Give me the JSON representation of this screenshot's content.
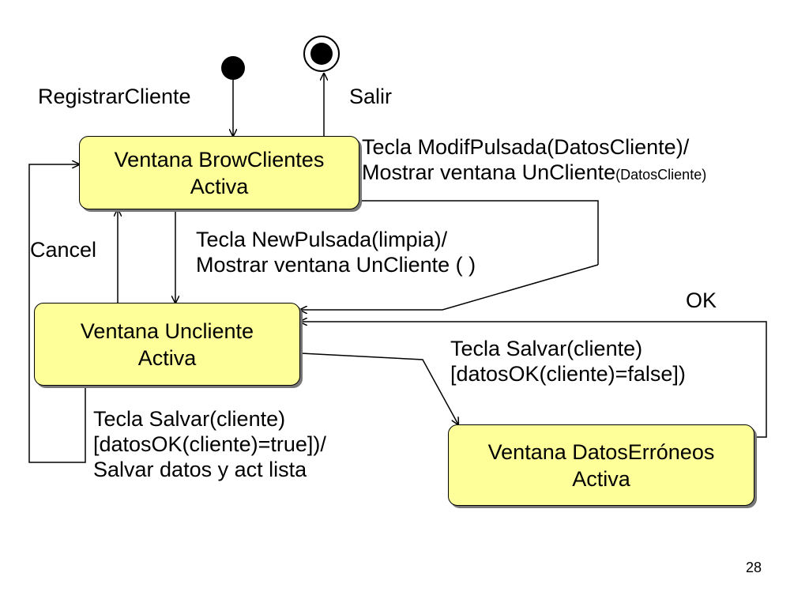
{
  "states": {
    "brow": {
      "line1": "Ventana BrowClientes",
      "line2": "Activa"
    },
    "uncliente": {
      "line1": "Ventana Uncliente",
      "line2": "Activa"
    },
    "erroneos": {
      "line1": "Ventana DatosErróneos",
      "line2": "Activa"
    }
  },
  "labels": {
    "registrar": "RegistrarCliente",
    "salir": "Salir",
    "modif_line1": "Tecla ModifPulsada(DatosCliente)/",
    "modif_line2": "Mostrar ventana UnCliente",
    "modif_line2_small": "(DatosCliente)",
    "new_line1": "Tecla NewPulsada(limpia)/",
    "new_line2": "Mostrar ventana UnCliente ( )",
    "cancel": "Cancel",
    "ok": "OK",
    "salvar_false_line1": "Tecla Salvar(cliente)",
    "salvar_false_line2": "[datosOK(cliente)=false])",
    "salvar_true_line1": "Tecla Salvar(cliente)",
    "salvar_true_line2": "[datosOK(cliente)=true])/",
    "salvar_true_line3": "Salvar datos y act lista"
  },
  "page_number": "28"
}
